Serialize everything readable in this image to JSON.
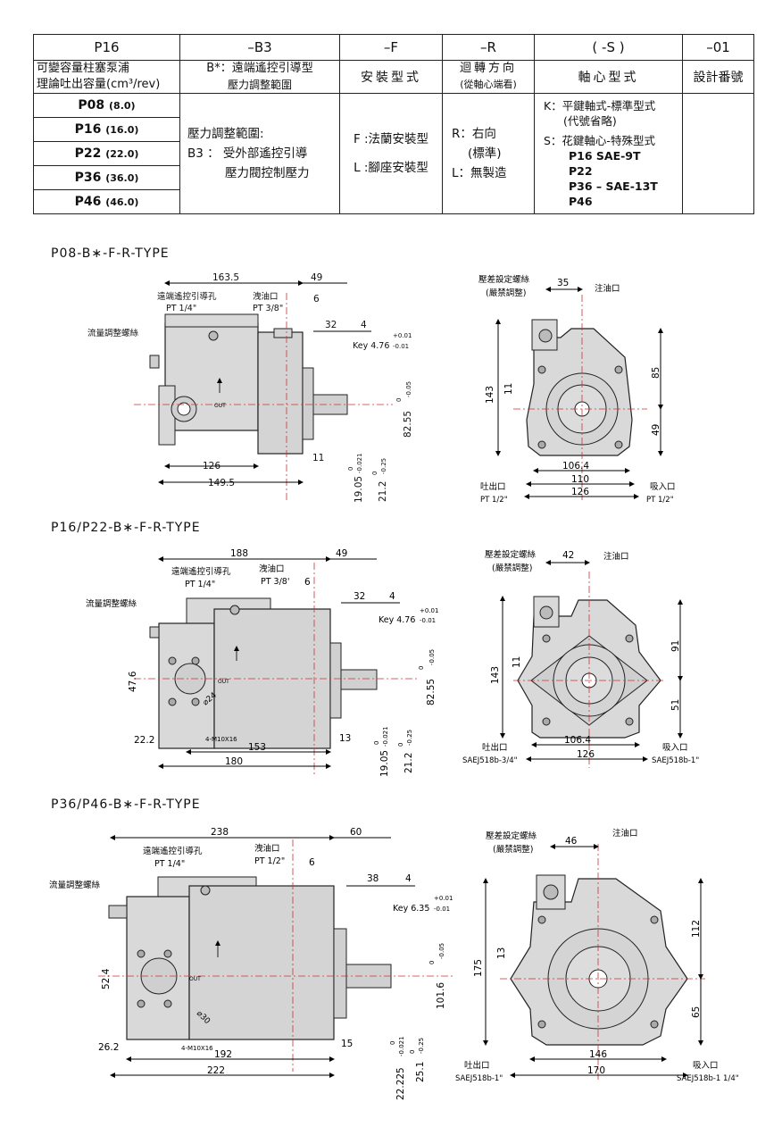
{
  "table": {
    "headers": [
      "P16",
      "–B3",
      "–F",
      "–R",
      "( -S )",
      "–01"
    ],
    "sub": {
      "c1_line1": "可變容量柱塞泵浦",
      "c1_line2": "理論吐出容量(cm³/rev)",
      "c2_line1": "B*：遠端遙控引導型",
      "c2_line2": "壓力調整範圍",
      "c3": "安裝型式",
      "c4_line1": "迴轉方向",
      "c4_line2": "(從軸心端看)",
      "c5": "軸心型式",
      "c6": "設計番號"
    },
    "models": [
      {
        "code": "P08",
        "cap": "(8.0)"
      },
      {
        "code": "P16",
        "cap": "(16.0)"
      },
      {
        "code": "P22",
        "cap": "(22.0)"
      },
      {
        "code": "P36",
        "cap": "(36.0)"
      },
      {
        "code": "P46",
        "cap": "(46.0)"
      }
    ],
    "pressure": {
      "line1": "壓力調整範圍:",
      "line2": "B3 ： 受外部遙控引導",
      "line3": "壓力閥控制壓力"
    },
    "mount": {
      "line1": "F :法蘭安裝型",
      "line2": "L :腳座安裝型"
    },
    "rotation": {
      "line1": "R：右向",
      "line2": "(標準)",
      "line3": "L：無製造"
    },
    "shaft": {
      "line1": "K：平鍵軸式-標準型式",
      "line2": "(代號省略)",
      "line3": "S：花鍵軸心-特殊型式",
      "line4": "P16 SAE-9T",
      "line5": "P22",
      "line6": "P36 –  SAE-13T",
      "line7": "P46"
    }
  },
  "sections": [
    {
      "title": "P08-B∗-F-R-TYPE",
      "side": {
        "remote": "遠端遙控引導孔",
        "remote_pt": "PT 1/4\"",
        "drain": "洩油口",
        "drain_pt": "PT 3/8\"",
        "flow": "流量調整螺絲",
        "out": "OUT",
        "key": "Key 4.76",
        "key_tol": "-0.01",
        "key_tol_up": "+0.01",
        "d1": "163.5",
        "d2": "49",
        "d3": "6",
        "d4": "32",
        "d5": "4",
        "d6": "126",
        "d7": "149.5",
        "d8": "11",
        "h1": "82.55",
        "h1_tol": "-0.05",
        "h1_tol0": "0",
        "s1": "19.05",
        "s1_tol": "-0.021",
        "s2": "21.2",
        "s2_tol": "-0.25",
        "zero": "0"
      },
      "front": {
        "set": "壓差設定螺絲",
        "set2": "(嚴禁調整)",
        "fill": "注油口",
        "w1": "35",
        "h_total": "143",
        "h_a": "11",
        "h_up": "85",
        "h_down": "49",
        "w_bolt": "106.4",
        "w_base": "110",
        "w_total": "126",
        "outlet": "吐出口",
        "outlet_pt": "PT 1/2\"",
        "inlet": "吸入口",
        "inlet_pt": "PT 1/2\""
      }
    },
    {
      "title": "P16/P22-B∗-F-R-TYPE",
      "side": {
        "remote": "遠端遙控引導孔",
        "remote_pt": "PT 1/4\"",
        "drain": "洩油口",
        "drain_pt": "PT 3/8'",
        "flow": "流量調整螺絲",
        "out": "OUT",
        "key": "Key 4.76",
        "key_tol": "-0.01",
        "key_tol_up": "+0.01",
        "d1": "188",
        "d2": "49",
        "d3": "6",
        "d4": "32",
        "d5": "4",
        "d6": "153",
        "d7": "180",
        "d8": "13",
        "d9": "22.2",
        "d10": "47.6",
        "bolts": "4-M10X16",
        "phi": "⌀24",
        "h1": "82.55",
        "h1_tol": "-0.05",
        "h1_tol0": "0",
        "s1": "19.05",
        "s1_tol": "-0.021",
        "s2": "21.2",
        "s2_tol": "-0.25",
        "zero": "0"
      },
      "front": {
        "set": "壓差設定螺絲",
        "set2": "(嚴禁調整)",
        "fill": "注油口",
        "w1": "42",
        "h_total": "143",
        "h_a": "11",
        "h_up": "91",
        "h_down": "51",
        "w_bolt": "106.4",
        "w_total": "126",
        "outlet": "吐出口",
        "outlet_pt": "SAEJ518b-3/4\"",
        "inlet": "吸入口",
        "inlet_pt": "SAEJ518b-1\""
      }
    },
    {
      "title": "P36/P46-B∗-F-R-TYPE",
      "side": {
        "remote": "遠端遙控引導孔",
        "remote_pt": "PT 1/4\"",
        "drain": "洩油口",
        "drain_pt": "PT 1/2\"",
        "flow": "流量調整螺絲",
        "out": "OUT",
        "key": "Key 6.35",
        "key_tol": "-0.01",
        "key_tol_up": "+0.01",
        "d1": "238",
        "d2": "60",
        "d3": "6",
        "d4": "38",
        "d5": "4",
        "d6": "192",
        "d7": "222",
        "d8": "15",
        "d9": "26.2",
        "d10": "52.4",
        "bolts": "4-M10X16",
        "phi": "⌀30",
        "h1": "101.6",
        "h1_tol": "-0.05",
        "h1_tol0": "0",
        "s1": "22.225",
        "s1_tol": "-0.021",
        "s2": "25.1",
        "s2_tol": "-0.25",
        "zero": "0"
      },
      "front": {
        "set": "壓差設定螺絲",
        "set2": "(嚴禁調整)",
        "fill": "注油口",
        "w1": "46",
        "h_total": "175",
        "h_a": "13",
        "h_up": "112",
        "h_down": "65",
        "w_bolt": "146",
        "w_total": "170",
        "outlet": "吐出口",
        "outlet_pt": "SAEJ518b-1\"",
        "inlet": "吸入口",
        "inlet_pt": "SAEJ518b-1 1/4\""
      }
    }
  ]
}
